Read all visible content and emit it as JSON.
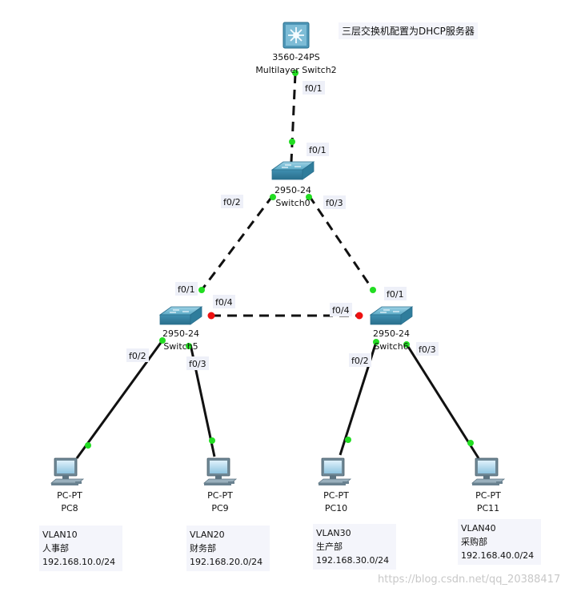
{
  "note": "三层交换机配置为DHCP服务器",
  "watermark": "https://blog.csdn.net/qq_20388417",
  "colors": {
    "link": "#111111",
    "port_up": "#22dd22",
    "port_blocked": "#ee1111"
  },
  "devices": {
    "ms2": {
      "model": "3560-24PS",
      "name": "Multilayer Switch2",
      "icon": "multilayer-switch-icon"
    },
    "sw0": {
      "model": "2950-24",
      "name": "Switch0",
      "icon": "switch-icon"
    },
    "sw5": {
      "model": "2950-24",
      "name": "Switch5",
      "icon": "switch-icon"
    },
    "sw6": {
      "model": "2950-24",
      "name": "Switch6",
      "icon": "switch-icon"
    },
    "pc8": {
      "model": "PC-PT",
      "name": "PC8",
      "icon": "pc-icon"
    },
    "pc9": {
      "model": "PC-PT",
      "name": "PC9",
      "icon": "pc-icon"
    },
    "pc10": {
      "model": "PC-PT",
      "name": "PC10",
      "icon": "pc-icon"
    },
    "pc11": {
      "model": "PC-PT",
      "name": "PC11",
      "icon": "pc-icon"
    }
  },
  "ports": {
    "ms2_sw0_a": "f0/1",
    "ms2_sw0_b": "f0/1",
    "sw0_sw5_a": "f0/2",
    "sw0_sw5_b": "f0/1",
    "sw0_sw6_a": "f0/3",
    "sw0_sw6_b": "f0/1",
    "sw5_sw6_a": "f0/4",
    "sw5_sw6_b": "f0/4",
    "sw5_pc8": "f0/2",
    "sw5_pc9": "f0/3",
    "sw6_pc10": "f0/2",
    "sw6_pc11": "f0/3"
  },
  "vlans": [
    {
      "id": "VLAN10",
      "dept": "人事部",
      "subnet": "192.168.10.0/24"
    },
    {
      "id": "VLAN20",
      "dept": "财务部",
      "subnet": "192.168.20.0/24"
    },
    {
      "id": "VLAN30",
      "dept": "生产部",
      "subnet": "192.168.30.0/24"
    },
    {
      "id": "VLAN40",
      "dept": "采购部",
      "subnet": "192.168.40.0/24"
    }
  ]
}
